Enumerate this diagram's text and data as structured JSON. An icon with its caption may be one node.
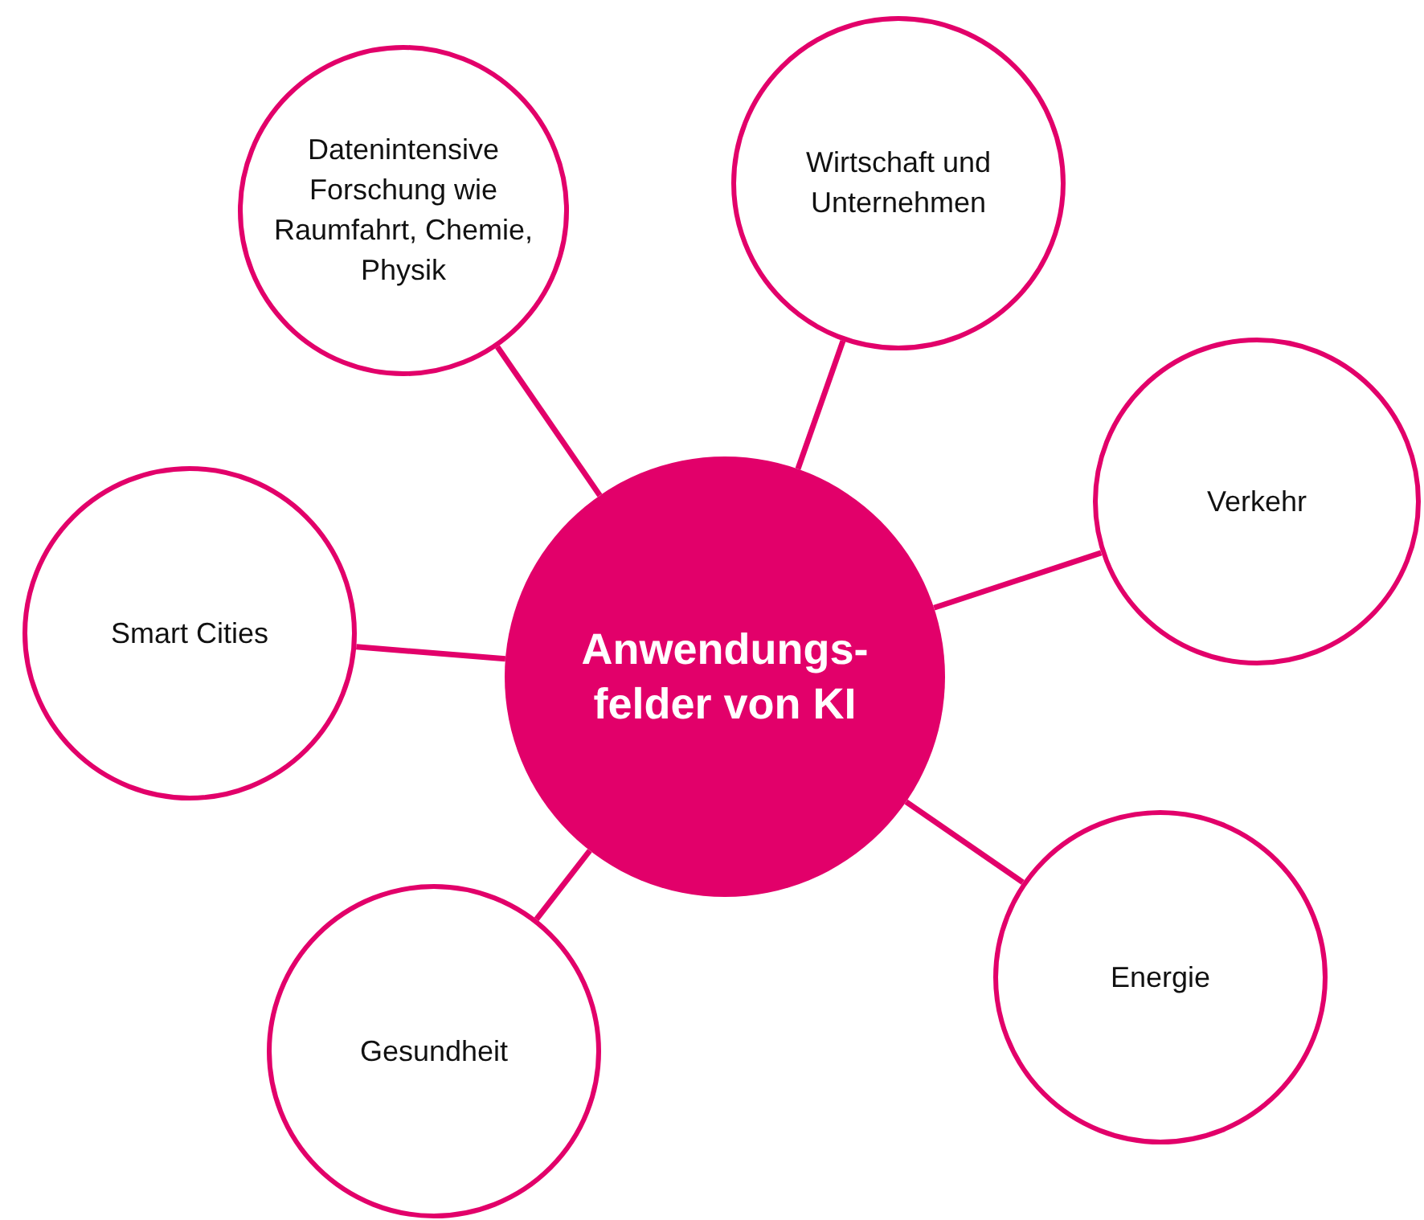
{
  "diagram": {
    "nodes": [
      {
        "text": [
          "Anwendungs- felder von KI"
        ]
      },
      {
        "text": [
          "Datenintensive Forschung wie Raumfahrt, Chemie, Physik"
        ]
      },
      {
        "text": [
          "Wirtschaft und Unternehmen"
        ]
      },
      {
        "text": [
          "Verkehr"
        ]
      },
      {
        "text": [
          "Smart Cities"
        ]
      },
      {
        "text": [
          "Energie"
        ]
      },
      {
        "text": [
          "Gesundheit"
        ]
      }
    ],
    "edges": [
      {
        "from": 0,
        "to": 1,
        "arrow": "none"
      },
      {
        "from": 0,
        "to": 2,
        "arrow": "none"
      },
      {
        "from": 0,
        "to": 3,
        "arrow": "none"
      },
      {
        "from": 0,
        "to": 4,
        "arrow": "none"
      },
      {
        "from": 0,
        "to": 5,
        "arrow": "none"
      },
      {
        "from": 0,
        "to": 6,
        "arrow": "none"
      }
    ]
  }
}
